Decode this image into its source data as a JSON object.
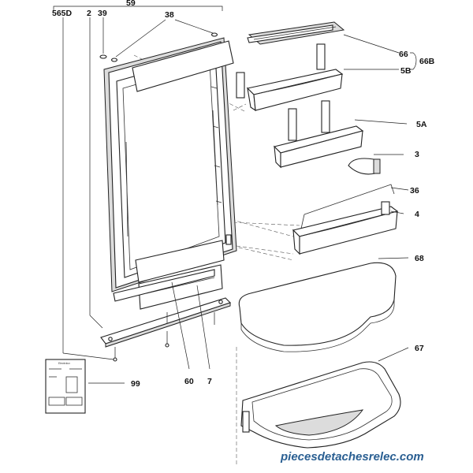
{
  "labels": {
    "l565D": "565D",
    "l2": "2",
    "l39": "39",
    "l59": "59",
    "l38": "38",
    "l66": "66",
    "l66B": "66B",
    "l5B": "5B",
    "l5A": "5A",
    "l3": "3",
    "l36": "36",
    "l4": "4",
    "l68": "68",
    "l67": "67",
    "l60": "60",
    "l7": "7",
    "l99": "99"
  },
  "manual": {
    "brand": "Electrolux"
  },
  "watermark": "piecesdetachesrelec.com",
  "colors": {
    "line": "#222222",
    "shade": "#dcdcdc",
    "watermark": "#2a5f92"
  }
}
